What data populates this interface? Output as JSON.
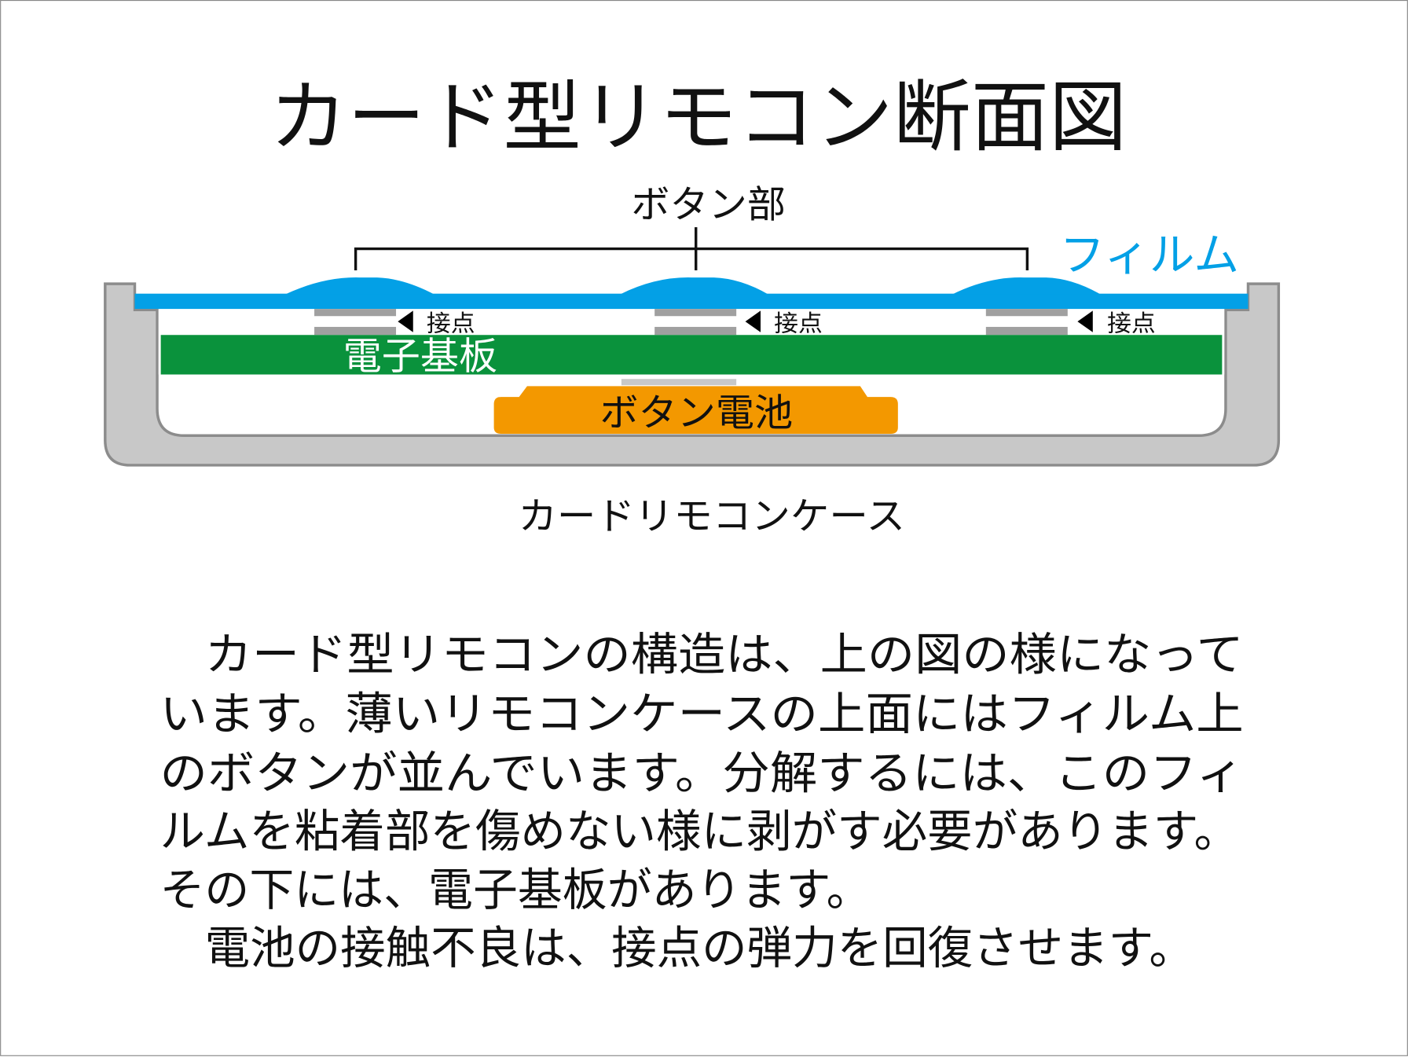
{
  "title": "カード型リモコン断面図",
  "diagram": {
    "button_section_label": "ボタン部",
    "film_label": "フィルム",
    "contact_labels": [
      "接点",
      "接点",
      "接点"
    ],
    "board_label": "電子基板",
    "battery_label": "ボタン電池",
    "case_label": "カードリモコンケース",
    "colors": {
      "film": "#03a0e6",
      "board": "#0a923c",
      "battery": "#f39800",
      "case": "#c8c8c8",
      "case_outline": "#8c8c8c",
      "contact": "#a0a0a0"
    }
  },
  "description": {
    "lines": [
      "カード型リモコンの構造は、上の図の様になって",
      "います。薄いリモコンケースの上面にはフィルム上",
      "のボタンが並んでいます。分解するには、このフィ",
      "ルムを粘着部を傷めない様に剥がす必要があります。",
      "その下には、電子基板があります。",
      "電池の接触不良は、接点の弾力を回復させます。"
    ]
  }
}
